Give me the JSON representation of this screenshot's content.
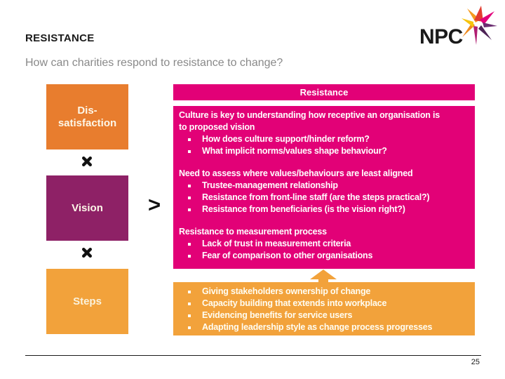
{
  "header": {
    "title": "RESISTANCE",
    "subtitle": "How can charities respond to resistance to change?",
    "logo_text": "NPC"
  },
  "process": {
    "boxes": [
      {
        "lines": [
          "Dis-",
          "satisfaction"
        ]
      },
      {
        "lines": [
          "Vision"
        ]
      },
      {
        "lines": [
          "Steps"
        ]
      }
    ],
    "multiply_symbol": "✖",
    "comparator": ">"
  },
  "resistance_panel": {
    "header": "Resistance",
    "blocks": [
      {
        "heading": "Culture is key to understanding how receptive an organisation is to proposed vision",
        "bullets": [
          "How does culture support/hinder reform?",
          "What implicit norms/values shape behaviour?"
        ]
      },
      {
        "heading": "Need to assess where values/behaviours are least aligned",
        "bullets": [
          "Trustee-management relationship",
          "Resistance from front-line staff (are the steps practical?)",
          "Resistance from beneficiaries (is the vision right?)"
        ]
      },
      {
        "heading": "Resistance to measurement process",
        "bullets": [
          "Lack of trust in measurement criteria",
          "Fear of comparison to other organisations"
        ]
      }
    ]
  },
  "response_panel": {
    "bullets": [
      "Giving stakeholders ownership of change",
      "Capacity building that extends into workplace",
      "Evidencing benefits for service users",
      "Adapting leadership style as change process progresses"
    ]
  },
  "footer": {
    "page_number": "25"
  },
  "colors": {
    "pink": "#E20177",
    "orange_dark": "#E87D2E",
    "orange_light": "#F2A23B",
    "purple": "#8E2166",
    "title_text": "#1A1A1A",
    "subtitle_text": "#898989"
  }
}
